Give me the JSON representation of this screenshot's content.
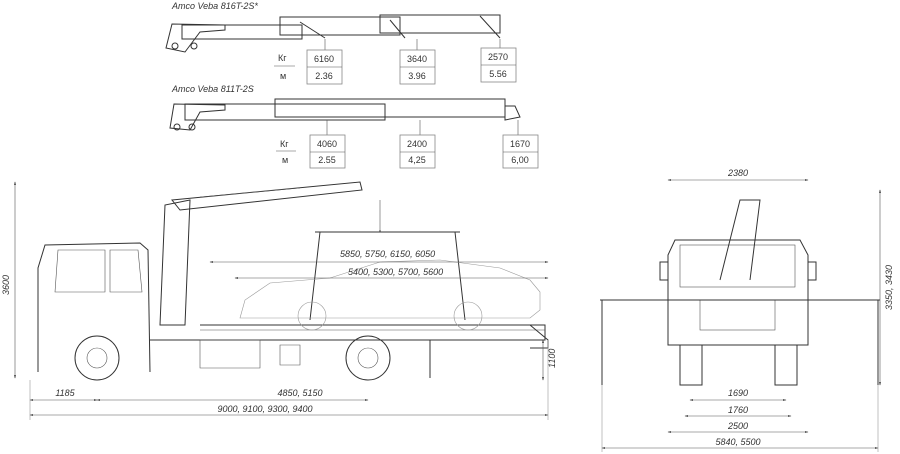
{
  "crane_816": {
    "title": "Amco Veba 816T-2S*",
    "unit_kg": "Кг",
    "unit_m": "м",
    "loads": [
      {
        "kg": "6160",
        "m": "2.36"
      },
      {
        "kg": "3640",
        "m": "3.96"
      },
      {
        "kg": "2570",
        "m": "5.56"
      }
    ]
  },
  "crane_811": {
    "title": "Amco Veba 811T-2S",
    "unit_kg": "Кг",
    "unit_m": "м",
    "loads": [
      {
        "kg": "4060",
        "m": "2.55"
      },
      {
        "kg": "2400",
        "m": "4,25"
      },
      {
        "kg": "1670",
        "m": "6,00"
      }
    ]
  },
  "side_view": {
    "platform_length": "5850, 5750, 6150, 6050",
    "platform_inner": "5400, 5300, 5700, 5600",
    "height": "3600",
    "front_overhang": "1185",
    "wheelbase": "4850, 5150",
    "total_length": "9000, 9100, 9300, 9400",
    "platform_height": "1100"
  },
  "front_view": {
    "width": "2380",
    "height": "3350, 3430",
    "track1": "1690",
    "track2": "1760",
    "width2": "2500",
    "outrigger_span": "5840, 5500"
  }
}
